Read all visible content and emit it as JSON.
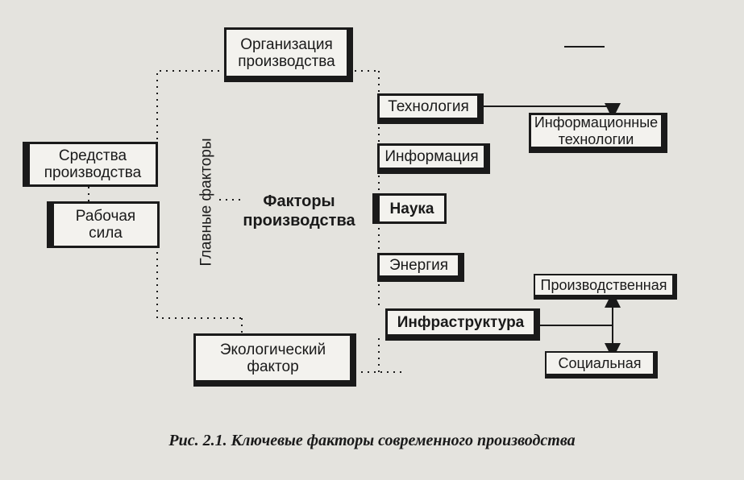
{
  "diagram": {
    "nodes": {
      "organization": "Организация\nпроизводства",
      "means": "Средства\nпроизводства",
      "labor": "Рабочая\nсила",
      "main_factors": "Главные факторы",
      "center": "Факторы\nпроизводства",
      "technology": "Технология",
      "information": "Информация",
      "science": "Наука",
      "energy": "Энергия",
      "infrastructure": "Инфраструктура",
      "eco": "Экологический\nфактор",
      "it": "Информационные\nтехнологии",
      "industrial": "Производственная",
      "social": "Социальная"
    },
    "caption": "Рис. 2.1.   Ключевые факторы современного производства"
  }
}
